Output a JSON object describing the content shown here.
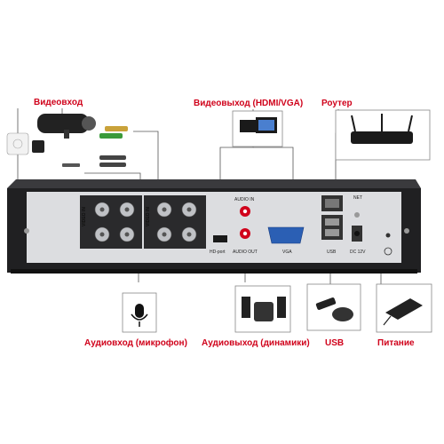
{
  "callouts": {
    "video_in": "Видеовход",
    "video_out": "Видеовыход (HDMI/VGA)",
    "router": "Роутер",
    "audio_in": "Аудиовход (микрофон)",
    "audio_out": "Аудиовыход (динамики)",
    "usb": "USB",
    "power": "Питание"
  },
  "panel_labels": {
    "video_in_a": "VIDEO IN",
    "video_in_b": "VIDEO IN",
    "hd_port": "HD-port",
    "audio_in": "AUDIO IN",
    "audio_out": "AUDIO OUT",
    "vga": "VGA",
    "usb": "USB",
    "net": "NET",
    "dc": "DC 12V"
  },
  "colors": {
    "accent_red": "#d0021b",
    "panel_face": "#dcdde0",
    "chassis": "#1c1c1e"
  }
}
